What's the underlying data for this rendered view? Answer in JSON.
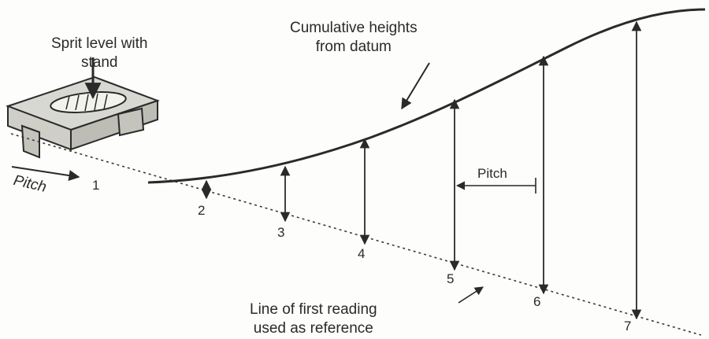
{
  "labels": {
    "spirit_level": [
      "Sprit level with",
      "stand"
    ],
    "cumulative": [
      "Cumulative heights",
      "from datum"
    ],
    "pitch_left": "Pitch",
    "pitch_right": "Pitch",
    "reference": [
      "Line of first reading",
      "used as reference"
    ]
  },
  "stations": [
    "1",
    "2",
    "3",
    "4",
    "5",
    "6",
    "7"
  ],
  "colors": {
    "ink": "#2a2a2a"
  }
}
